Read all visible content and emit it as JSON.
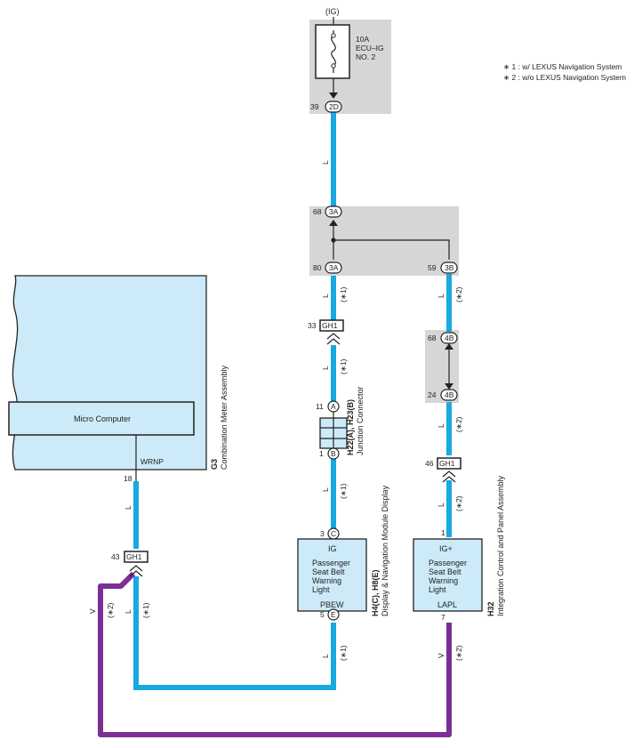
{
  "power": {
    "ig_label": "(IG)",
    "fuse_rating": "10A",
    "fuse_name_1": "ECU–IG",
    "fuse_name_2": "NO. 2"
  },
  "legend": {
    "note1": "∗ 1 : w/ LEXUS Navigation System",
    "note2": "∗ 2 : w/o LEXUS Navigation System"
  },
  "connectors": {
    "c2d": {
      "id": "2D",
      "pin": "39"
    },
    "c3a_top": {
      "id": "3A",
      "pin": "68"
    },
    "c3a_bot": {
      "id": "3A",
      "pin": "80"
    },
    "c3b": {
      "id": "3B",
      "pin": "59"
    },
    "c4b_top": {
      "id": "4B",
      "pin": "68"
    },
    "c4b_bot": {
      "id": "4B",
      "pin": "24"
    },
    "gh1_center": {
      "id": "GH1",
      "pin": "33"
    },
    "gh1_right": {
      "id": "GH1",
      "pin": "46"
    },
    "gh1_left": {
      "id": "GH1",
      "pin": "43"
    },
    "jc_a": {
      "letter": "A",
      "pin": "11"
    },
    "jc_b": {
      "letter": "B",
      "pin": "1"
    },
    "disp_c": {
      "letter": "C",
      "pin": "3"
    },
    "disp_e": {
      "letter": "E",
      "pin": "5"
    }
  },
  "wires": {
    "color_L": "L",
    "color_V": "V",
    "note1": "(∗1)",
    "note2": "(∗2)"
  },
  "junction": {
    "code": "H22(A), H23(B)",
    "name": "Junction Connector"
  },
  "meter": {
    "code": "G3",
    "name": "Combination Meter Assembly",
    "micro": "Micro Computer",
    "terminal": "WRNP",
    "pin": "18"
  },
  "display": {
    "code": "H4(C), H8(E)",
    "name": "Display & Navigation Module Display",
    "in_label": "IG",
    "line1": "Passenger",
    "line2": "Seat Belt",
    "line3": "Warning",
    "line4": "Light",
    "out_label": "PBEW"
  },
  "integration": {
    "code": "H32",
    "name": "Integration Control and Panel Assembly",
    "in_label": "IG+",
    "in_pin": "1",
    "line1": "Passenger",
    "line2": "Seat Belt",
    "line3": "Warning",
    "line4": "Light",
    "out_label": "LAPL",
    "out_pin": "7"
  },
  "colors": {
    "wire_blue": "#18a9e1",
    "wire_purple": "#7b2f95",
    "component_fill": "#cdeaf8",
    "shade": "#d6d6d6"
  }
}
